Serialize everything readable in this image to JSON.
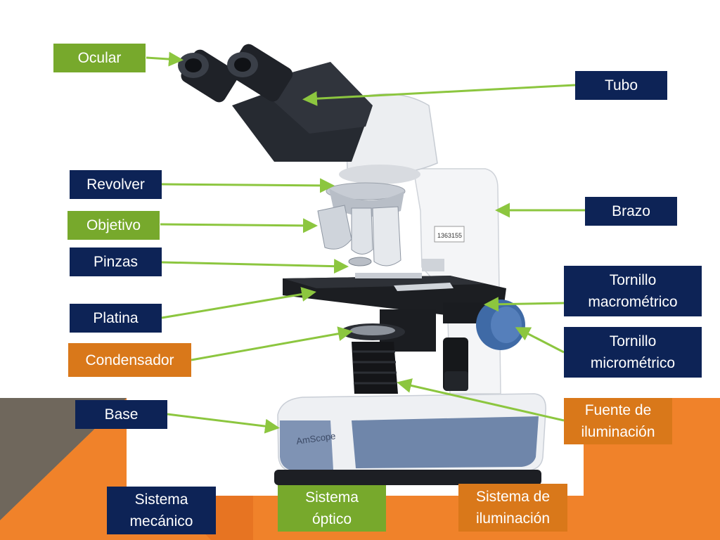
{
  "colors": {
    "navy": "#0d2356",
    "green": "#77a92c",
    "orange": "#d9781a",
    "slide_orange": "#f0822a",
    "slide_brown": "#6f675c",
    "arrow": "#8cc63f"
  },
  "labels": {
    "ocular": "Ocular",
    "tubo": "Tubo",
    "revolver": "Revolver",
    "brazo": "Brazo",
    "objetivo": "Objetivo",
    "pinzas": "Pinzas",
    "tornillo_macro": "Tornillo\nmacrométrico",
    "platina": "Platina",
    "tornillo_micro": "Tornillo\nmicrométrico",
    "condensador": "Condensador",
    "base": "Base",
    "fuente": "Fuente de\niluminación"
  },
  "legend": {
    "mecanico": "Sistema\nmecánico",
    "optico": "Sistema\nóptico",
    "iluminacion": "Sistema de\niluminación"
  },
  "images": {
    "microscope_logo": "AmScope",
    "serial": "1363155"
  }
}
